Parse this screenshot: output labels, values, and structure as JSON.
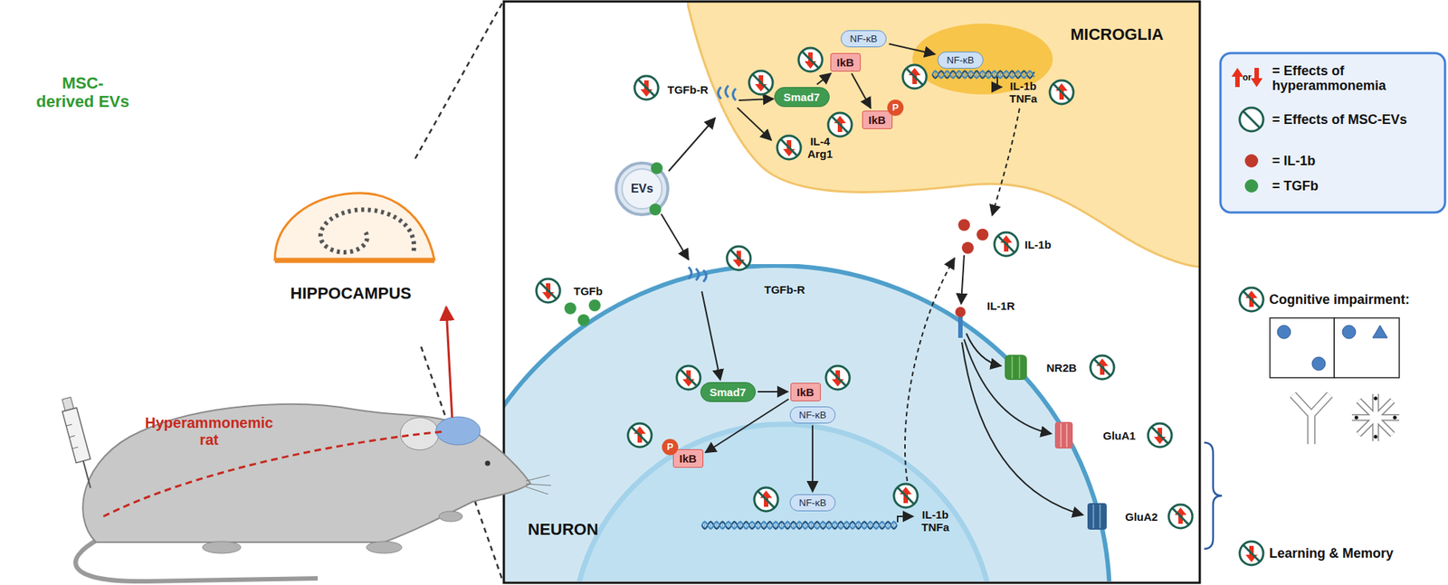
{
  "diagram": {
    "nodes": [
      {
        "text": [
          "MICROGLIA"
        ]
      },
      {
        "text": [
          "NF-κB"
        ],
        "in": 0
      },
      {
        "text": [
          "IkB"
        ],
        "in": 0
      },
      {
        "text": [
          "NF-κB"
        ],
        "in": 0
      },
      {
        "text": [
          "Smad7"
        ],
        "in": 0
      },
      {
        "text": [
          "IkB"
        ],
        "in": 0
      },
      {
        "text": [
          "EVs"
        ]
      },
      {
        "text": [
          "NEURON"
        ]
      },
      {
        "text": [
          "Smad7"
        ],
        "in": 7
      },
      {
        "text": [
          "IkB"
        ],
        "in": 7
      },
      {
        "text": [
          "NF-κB"
        ],
        "in": 7
      },
      {
        "text": [
          "IkB"
        ],
        "in": 7
      },
      {
        "text": [
          "NF-κB"
        ],
        "in": 7
      }
    ],
    "edges": [
      {
        "from": 4,
        "to": 2,
        "arrow": "to"
      },
      {
        "from": 2,
        "to": 5,
        "arrow": "to"
      },
      {
        "from": 1,
        "to": 3,
        "arrow": "to"
      },
      {
        "from": 8,
        "to": 9,
        "arrow": "to"
      },
      {
        "from": 9,
        "to": 11,
        "arrow": "to"
      },
      {
        "from": 10,
        "to": 12,
        "arrow": "to"
      }
    ],
    "labels": [
      "MSC- derived EVs",
      "Hyperammonemic rat",
      "HIPPOCAMPUS",
      "TGFb-R",
      "IL-1b TNFa",
      "P",
      "IL-4 Arg1",
      "IL-1b",
      "TGFb-R",
      "TGFb",
      "IL-1R",
      "P",
      "NR2B",
      "GluA1",
      "IL-1b TNFa",
      "GluA2",
      "or",
      "Cognitive impairment:",
      "Learning & Memory"
    ],
    "legend": [
      {
        "text": "= Effects of hyperammonemia"
      },
      {
        "text": "= Effects of MSC-EVs"
      },
      {
        "text": "= IL-1b",
        "color": "#c0392b"
      },
      {
        "text": "= TGFb",
        "color": "#3a9a4a"
      }
    ]
  }
}
